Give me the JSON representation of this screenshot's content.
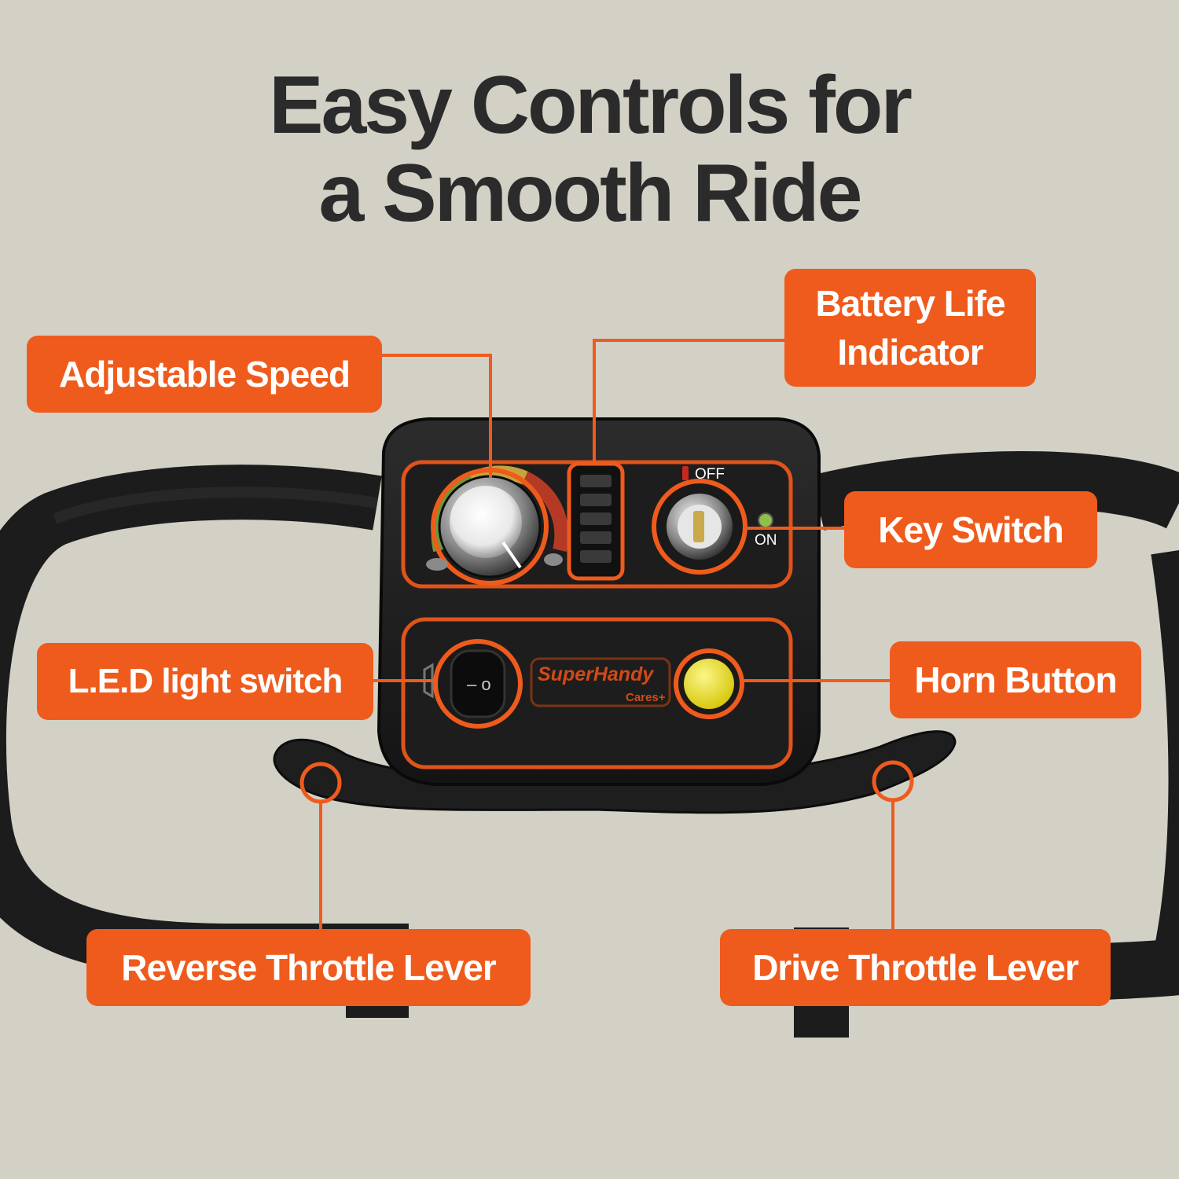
{
  "headline": {
    "line1": "Easy Controls for",
    "line2": "a Smooth Ride"
  },
  "callouts": {
    "adjustable_speed": "Adjustable Speed",
    "battery_line1": "Battery Life",
    "battery_line2": "Indicator",
    "key_switch": "Key Switch",
    "led_switch": "L.E.D light switch",
    "horn_button": "Horn Button",
    "reverse_throttle": "Reverse Throttle Lever",
    "drive_throttle": "Drive Throttle Lever"
  },
  "panel": {
    "off_label": "OFF",
    "on_label": "ON",
    "brand": "SuperHandy",
    "brand_sub": "Cares+",
    "rocker_symbols": "– o"
  },
  "colors": {
    "background": "#d3d0c5",
    "accent": "#ef5b1c",
    "headline": "#2b2b2b",
    "handlebar": "#1c1c1c",
    "horn": "#f2e61c"
  }
}
